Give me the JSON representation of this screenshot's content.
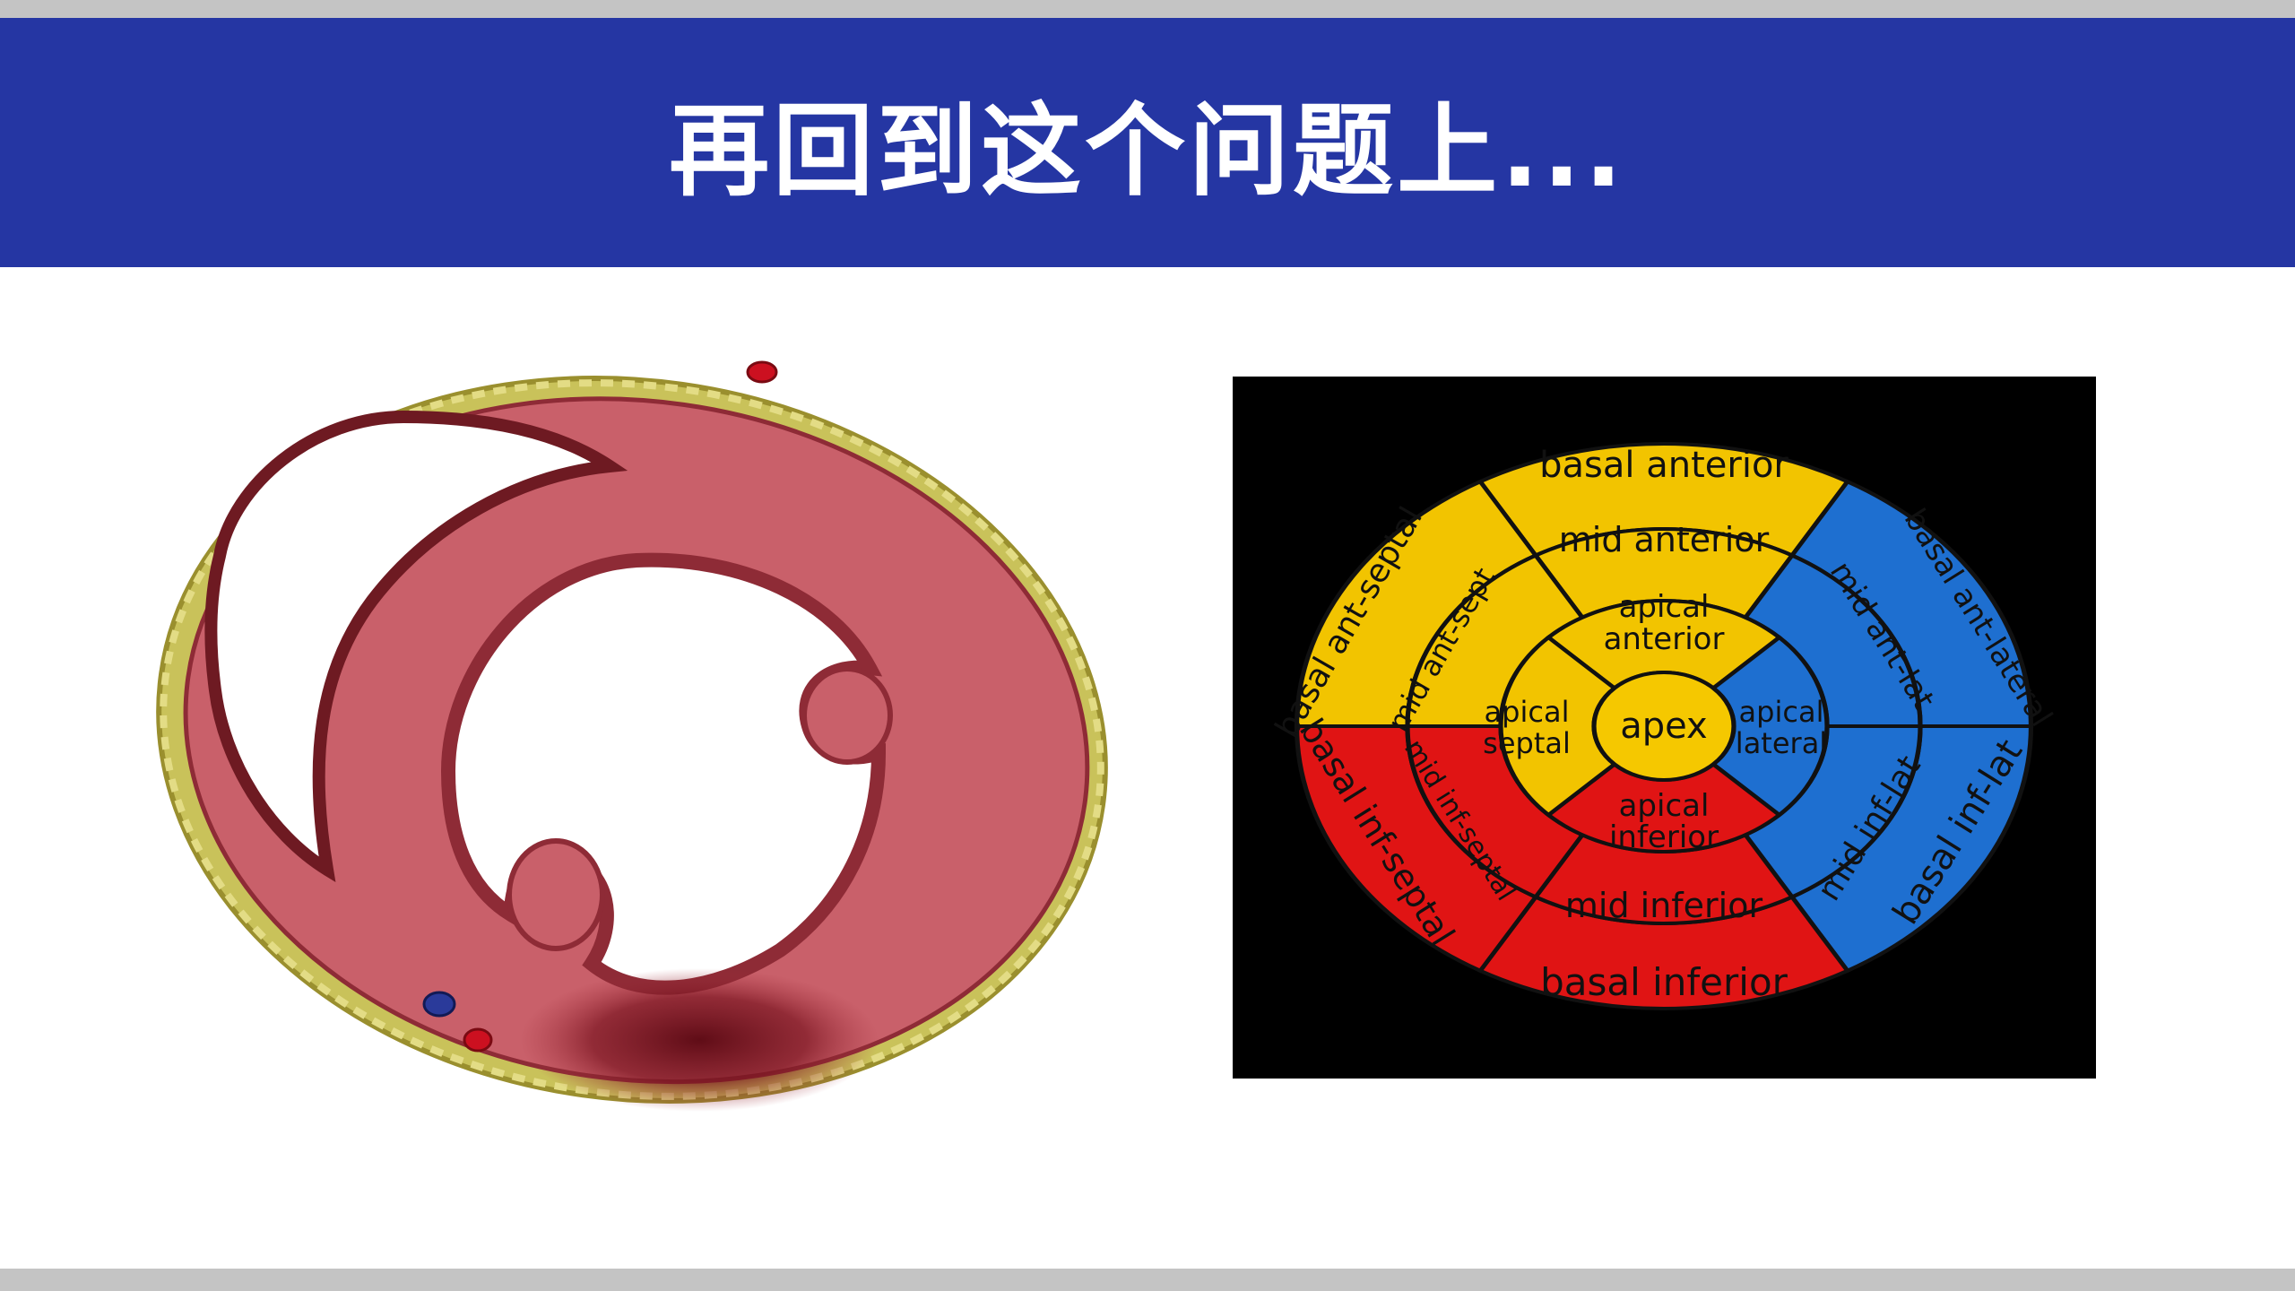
{
  "slide": {
    "title": "再回到这个问题上..."
  },
  "colors": {
    "title_bar": "#2536a3",
    "strip": "#c4c4c4",
    "anterior": "#f2c400",
    "lateral": "#1e6fd0",
    "inferior": "#e01414",
    "apex": "#f5c800",
    "muscle": "#c9606a",
    "fat": "#c9c25a"
  },
  "bullseye": {
    "apex": "apex",
    "basal": {
      "anterior": "basal anterior",
      "ant_lateral": "basal ant-lateral",
      "inf_lat": "basal inf-lat",
      "inferior": "basal inferior",
      "inf_septal": "basal inf-septal",
      "ant_septal": "basal ant-septal"
    },
    "mid": {
      "anterior": "mid anterior",
      "ant_lat": "mid ant-lat",
      "inf_lat": "mid inf-lat",
      "inferior": "mid inferior",
      "inf_septal": "mid inf-septal",
      "ant_sept": "mid ant-sept"
    },
    "apical": {
      "anterior_line1": "apical",
      "anterior_line2": "anterior",
      "lateral_line1": "apical",
      "lateral_line2": "lateral",
      "inferior_line1": "apical",
      "inferior_line2": "inferior",
      "septal_line1": "apical",
      "septal_line2": "septal"
    }
  }
}
